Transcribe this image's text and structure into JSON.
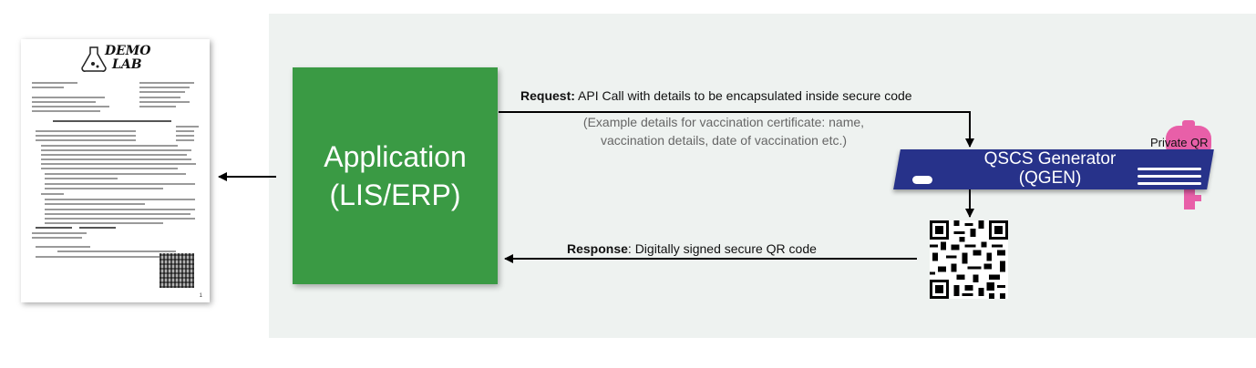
{
  "document": {
    "logo_text_line1": "DEMO",
    "logo_text_line2": "LAB",
    "page_number": "1"
  },
  "application": {
    "line1": "Application",
    "line2": "(LIS/ERP)"
  },
  "request": {
    "label_bold": "Request:",
    "label_text": " API Call with details to be encapsulated inside secure code",
    "note": "(Example details for vaccination certificate: name, vaccination details, date of vaccination etc.)"
  },
  "generator": {
    "line1": "QSCS Generator",
    "line2": "(QGEN)"
  },
  "key": {
    "label": "Private QR"
  },
  "response": {
    "label_bold": "Response",
    "label_text": ": Digitally signed secure QR code"
  },
  "colors": {
    "panel": "#eef2f0",
    "application": "#3a9a44",
    "generator": "#27328a",
    "key": "#e85fa8",
    "arrow": "#000000"
  }
}
